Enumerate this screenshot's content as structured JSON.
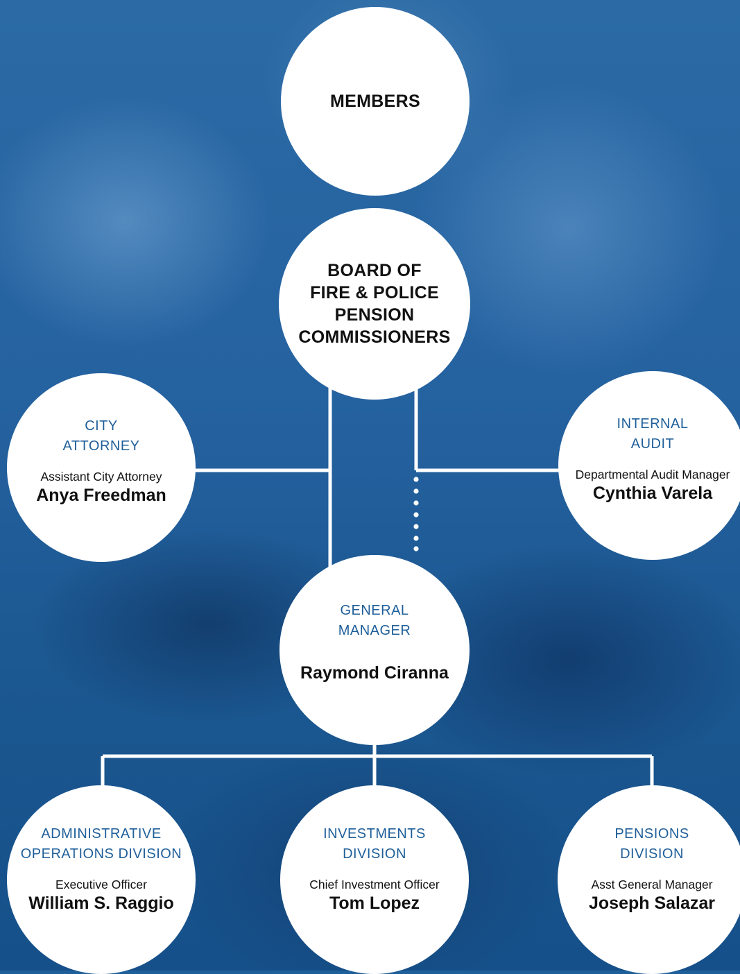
{
  "colors": {
    "background": "#1f5f9a",
    "line": "#ffffff",
    "department_text": "#1f5f9a"
  },
  "members": {
    "label": "MEMBERS"
  },
  "board": {
    "lines": [
      "BOARD OF",
      "FIRE & POLICE",
      "PENSION",
      "COMMISSIONERS"
    ]
  },
  "city_attorney": {
    "dept_lines": [
      "CITY",
      "ATTORNEY"
    ],
    "role": "Assistant City Attorney",
    "name": "Anya Freedman"
  },
  "internal_audit": {
    "dept_lines": [
      "INTERNAL",
      "AUDIT"
    ],
    "role": "Departmental Audit Manager",
    "name": "Cynthia Varela"
  },
  "general_manager": {
    "dept_lines": [
      "GENERAL",
      "MANAGER"
    ],
    "name": "Raymond Ciranna"
  },
  "admin_ops": {
    "dept_lines": [
      "ADMINISTRATIVE",
      "OPERATIONS DIVISION"
    ],
    "role": "Executive Officer",
    "name": "William S. Raggio"
  },
  "investments": {
    "dept_lines": [
      "INVESTMENTS",
      "DIVISION"
    ],
    "role": "Chief Investment Officer",
    "name": "Tom Lopez"
  },
  "pensions": {
    "dept_lines": [
      "PENSIONS",
      "DIVISION"
    ],
    "role": "Asst General Manager",
    "name": "Joseph Salazar"
  }
}
